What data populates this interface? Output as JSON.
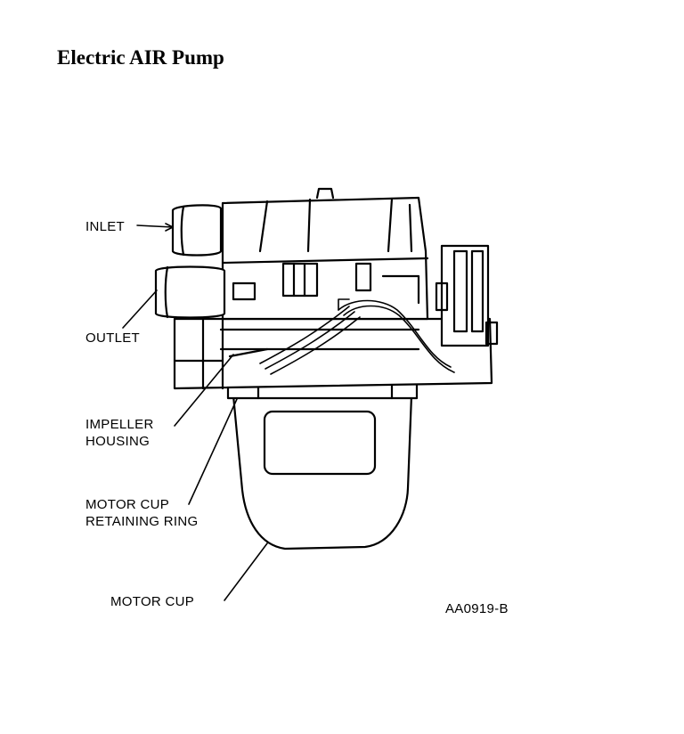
{
  "title": "Electric AIR Pump",
  "labels": {
    "inlet": "INLET",
    "outlet": "OUTLET",
    "impeller_line1": "IMPELLER",
    "impeller_line2": "HOUSING",
    "retaining_line1": "MOTOR CUP",
    "retaining_line2": "RETAINING RING",
    "motor_cup": "MOTOR CUP"
  },
  "figure_code": "AA0919-B"
}
